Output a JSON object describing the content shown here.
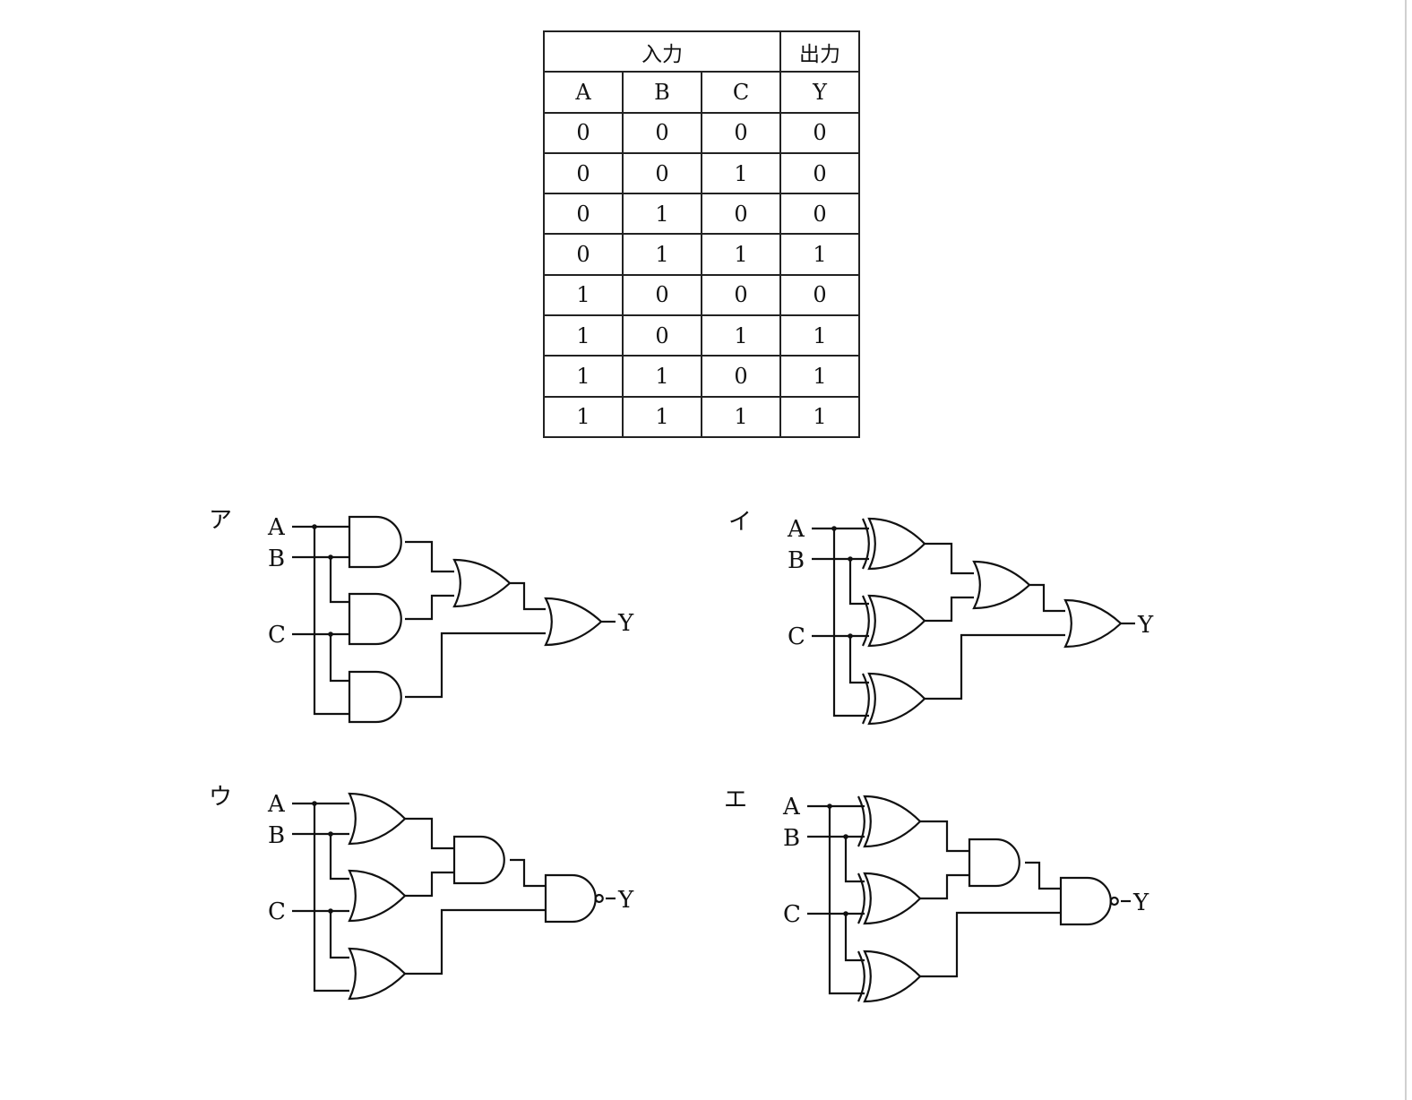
{
  "truth_table": {
    "group_input": "入力",
    "group_output": "出力",
    "columns": [
      "A",
      "B",
      "C",
      "Y"
    ],
    "rows": [
      [
        "0",
        "0",
        "0",
        "0"
      ],
      [
        "0",
        "0",
        "1",
        "0"
      ],
      [
        "0",
        "1",
        "0",
        "0"
      ],
      [
        "0",
        "1",
        "1",
        "1"
      ],
      [
        "1",
        "0",
        "0",
        "0"
      ],
      [
        "1",
        "0",
        "1",
        "1"
      ],
      [
        "1",
        "1",
        "0",
        "1"
      ],
      [
        "1",
        "1",
        "1",
        "1"
      ]
    ]
  },
  "circuits": [
    {
      "option": "ア",
      "inputs": [
        "A",
        "B",
        "C"
      ],
      "output": "Y",
      "first_stage": "AND",
      "second_stage": "OR",
      "final": "OR"
    },
    {
      "option": "イ",
      "inputs": [
        "A",
        "B",
        "C"
      ],
      "output": "Y",
      "first_stage": "XOR",
      "second_stage": "OR",
      "final": "OR"
    },
    {
      "option": "ウ",
      "inputs": [
        "A",
        "B",
        "C"
      ],
      "output": "Y",
      "first_stage": "OR",
      "second_stage": "AND",
      "final": "NAND"
    },
    {
      "option": "エ",
      "inputs": [
        "A",
        "B",
        "C"
      ],
      "output": "Y",
      "first_stage": "XOR",
      "second_stage": "AND",
      "final": "NAND"
    }
  ]
}
